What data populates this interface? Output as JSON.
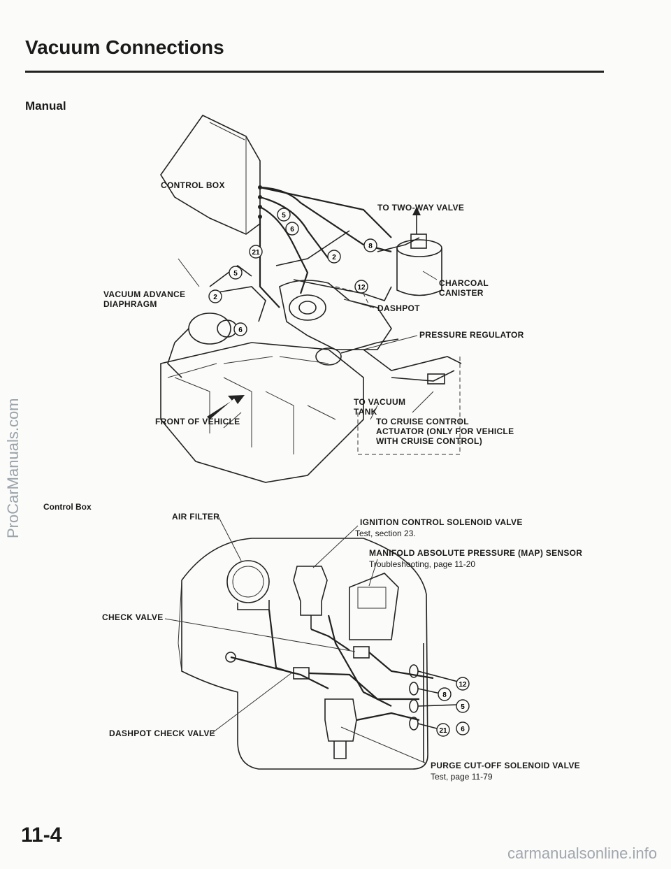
{
  "header": {
    "title": "Vacuum Connections"
  },
  "sections": {
    "manual": "Manual",
    "control_box": "Control Box"
  },
  "labels": {
    "control_box": "CONTROL BOX",
    "two_way_valve": "TO TWO-WAY VALVE",
    "charcoal_1": "CHARCOAL",
    "charcoal_2": "CANISTER",
    "vacuum_advance_1": "VACUUM ADVANCE",
    "vacuum_advance_2": "DIAPHRAGM",
    "dashpot": "DASHPOT",
    "pressure_regulator": "PRESSURE REGULATOR",
    "vacuum_tank_1": "TO VACUUM",
    "vacuum_tank_2": "TANK",
    "cruise_1": "TO CRUISE CONTROL",
    "cruise_2": "ACTUATOR (ONLY FOR VEHICLE",
    "cruise_3": "WITH CRUISE CONTROL)",
    "front_of_vehicle": "FRONT OF VEHICLE",
    "air_filter": "AIR FILTER",
    "ignition_valve": "IGNITION CONTROL SOLENOID VALVE",
    "ignition_test": "Test, section 23.",
    "map_sensor": "MANIFOLD ABSOLUTE PRESSURE (MAP) SENSOR",
    "map_trouble": "Troubleshooting, page 11-20",
    "check_valve": "CHECK VALVE",
    "dashpot_check": "DASHPOT CHECK VALVE",
    "purge_valve": "PURGE CUT-OFF SOLENOID VALVE",
    "purge_test": "Test, page 11-79"
  },
  "callouts": {
    "n5": "5",
    "n6": "6",
    "n21": "21",
    "n2": "2",
    "n8": "8",
    "n12": "12"
  },
  "footer": {
    "page_number": "11-4"
  },
  "watermarks": {
    "side": "ProCarManuals.com",
    "bottom": "carmanualsonline.info"
  }
}
